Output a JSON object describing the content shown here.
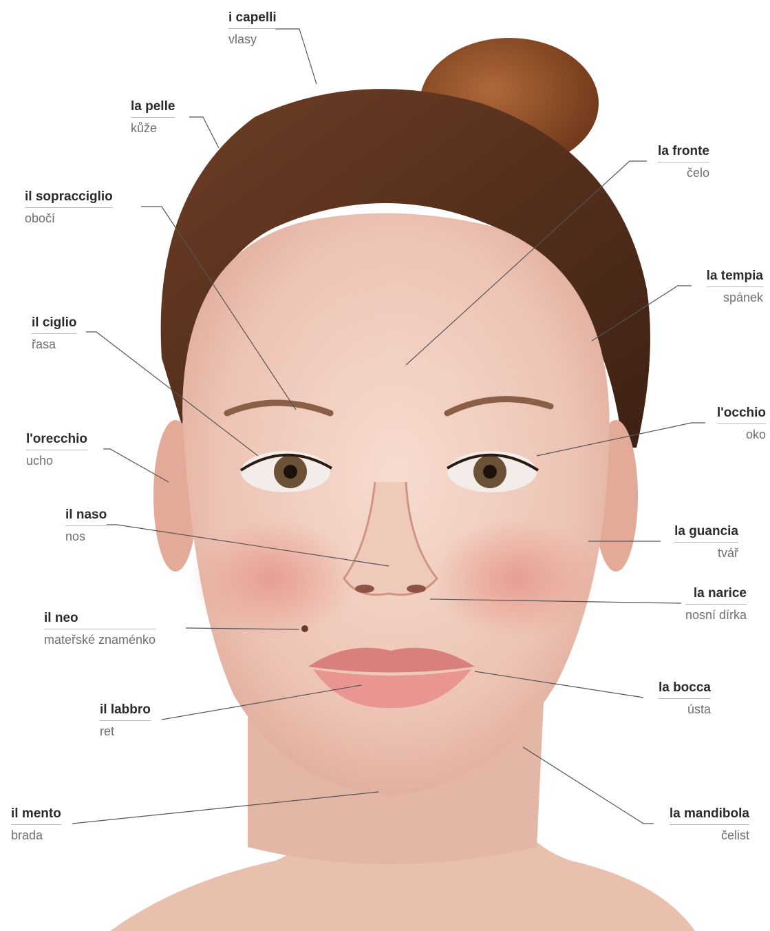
{
  "labels": {
    "capelli": {
      "it": "i capelli",
      "cz": "vlasy"
    },
    "pelle": {
      "it": "la pelle",
      "cz": "kůže"
    },
    "sopracciglio": {
      "it": "il sopracciglio",
      "cz": "obočí"
    },
    "ciglio": {
      "it": "il ciglio",
      "cz": "řasa"
    },
    "orecchio": {
      "it": "l'orecchio",
      "cz": "ucho"
    },
    "naso": {
      "it": "il naso",
      "cz": "nos"
    },
    "neo": {
      "it": "il neo",
      "cz": "mateřské znaménko"
    },
    "labbro": {
      "it": "il labbro",
      "cz": "ret"
    },
    "mento": {
      "it": "il mento",
      "cz": "brada"
    },
    "fronte": {
      "it": "la fronte",
      "cz": "čelo"
    },
    "tempia": {
      "it": "la tempia",
      "cz": "spánek"
    },
    "occhio": {
      "it": "l'occhio",
      "cz": "oko"
    },
    "guancia": {
      "it": "la guancia",
      "cz": "tvář"
    },
    "narice": {
      "it": "la narice",
      "cz": "nosní dírka"
    },
    "bocca": {
      "it": "la bocca",
      "cz": "ústa"
    },
    "mandibola": {
      "it": "la mandibola",
      "cz": "čelist"
    }
  },
  "colors": {
    "skin": "#edc3b4",
    "hair": "#5a3220",
    "bun": "#8a4a26",
    "label_text": "#2b2b2b",
    "translation_text": "#6f6f6f",
    "leader_line": "#555555"
  }
}
